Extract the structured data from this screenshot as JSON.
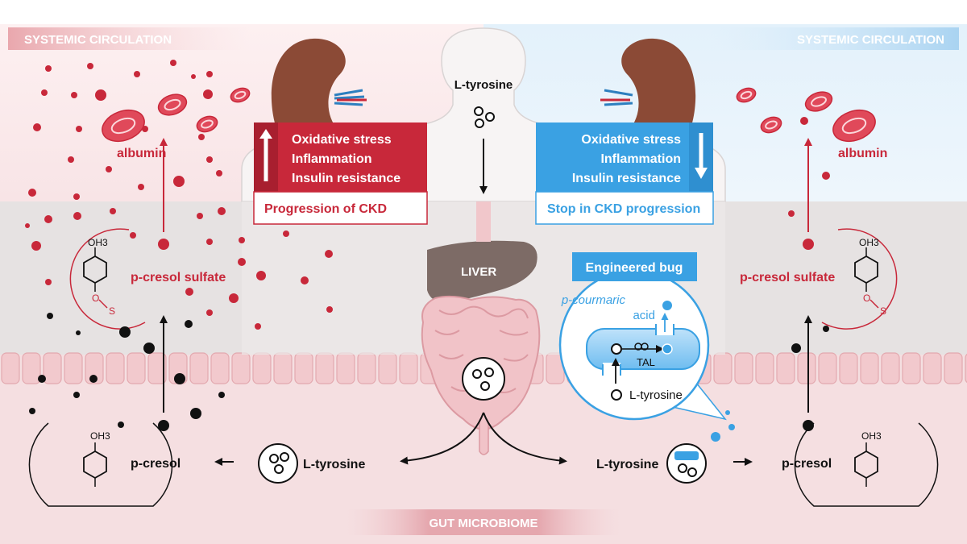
{
  "headers": {
    "left": "SYSTEMIC CIRCULATION",
    "right": "SYSTEMIC CIRCULATION",
    "bottom": "GUT MICROBIOME"
  },
  "center": {
    "tyrosine_top": "L-tyrosine",
    "liver": "LIVER"
  },
  "left_panel": {
    "effects": [
      "Oxidative stress",
      "Inflammation",
      "Insulin resistance"
    ],
    "outcome": "Progression of CKD",
    "albumin": "albumin",
    "sulfate_label": "p-cresol sulfate",
    "cresol_label": "p-cresol",
    "tyrosine_label": "L-tyrosine",
    "oh3": "OH3",
    "o": "O",
    "s": "S"
  },
  "right_panel": {
    "effects": [
      "Oxidative stress",
      "Inflammation",
      "Insulin resistance"
    ],
    "outcome": "Stop in CKD progression",
    "albumin": "albumin",
    "sulfate_label": "p-cresol sulfate",
    "cresol_label": "p-cresol",
    "tyrosine_label": "L-tyrosine",
    "oh3": "OH3",
    "o": "O",
    "s": "S"
  },
  "bug": {
    "title": "Engineered bug",
    "product_line1": "p-courmaric",
    "product_line2": "acid",
    "enzyme": "TAL",
    "substrate": "L-tyrosine"
  },
  "colors": {
    "red": "#c8283a",
    "blue": "#3aa1e3",
    "kidney": "#8b4a36",
    "liver": "#7d6b66",
    "gut_band": "#f3d7d9",
    "gray_band": "#e7e3e3"
  }
}
